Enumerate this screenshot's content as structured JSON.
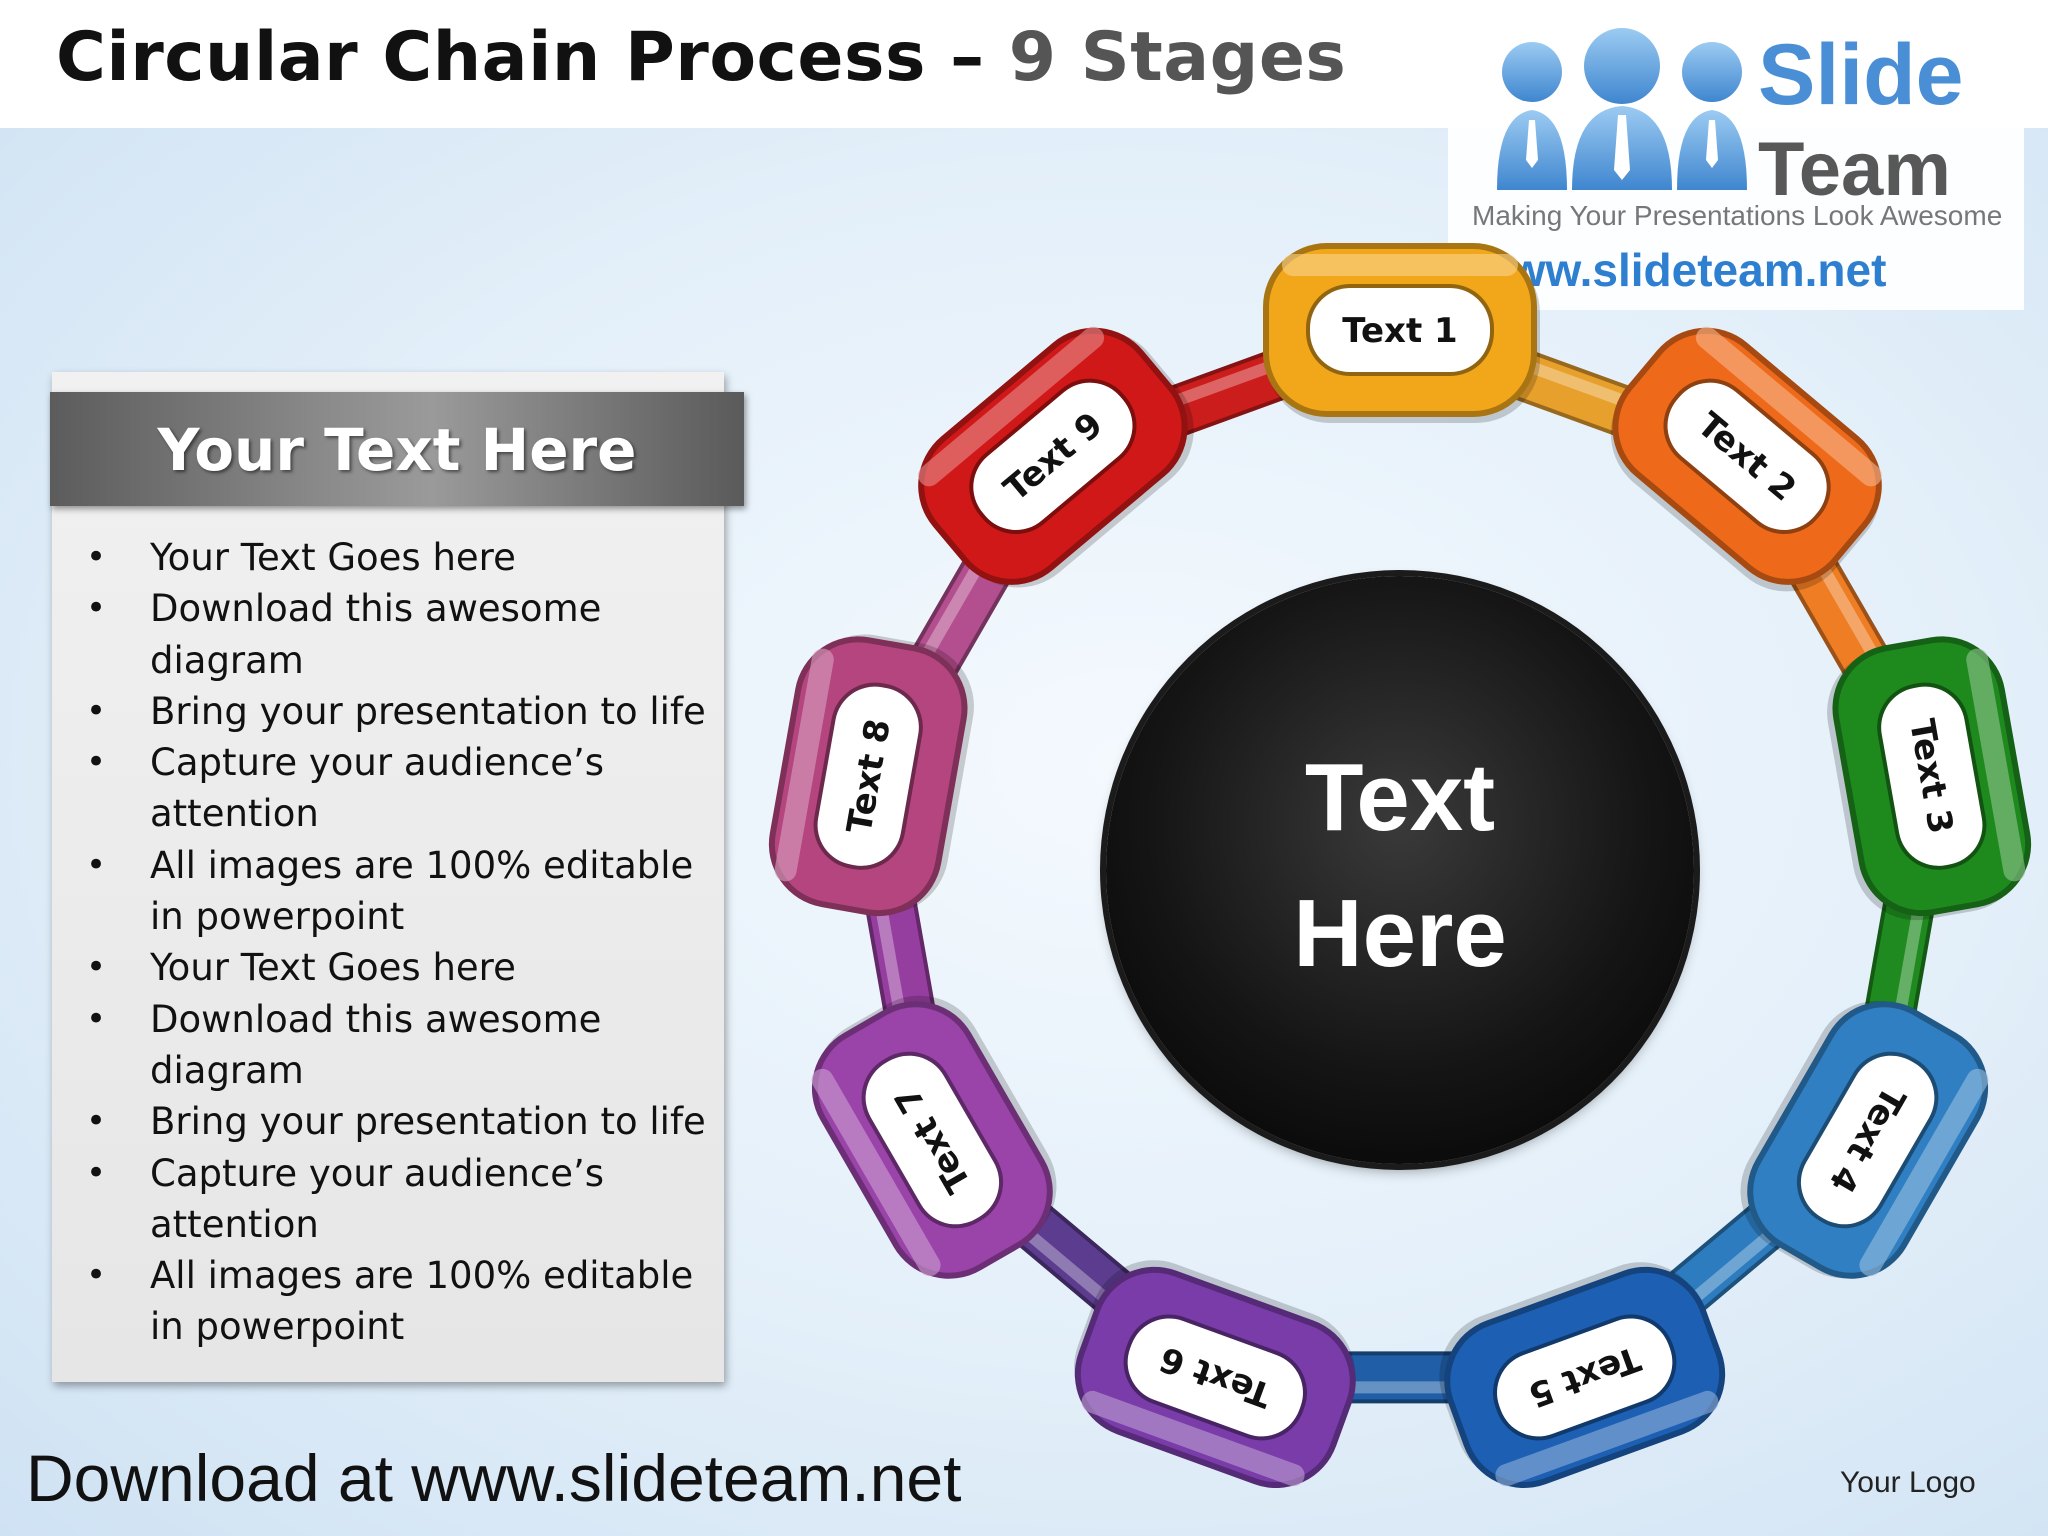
{
  "title": {
    "main": "Circular Chain Process – ",
    "sub": "9 Stages"
  },
  "logo": {
    "slide": "Slide",
    "team": "Team",
    "tagline": "Making Your Presentations Look Awesome",
    "url": "www.slideteam.net"
  },
  "panel": {
    "header": "Your Text Here",
    "bullets": [
      "Your Text Goes here",
      "Download this awesome diagram",
      "Bring your presentation to life",
      "Capture your audience’s attention",
      "All images are 100% editable in powerpoint",
      "Your Text Goes here",
      "Download this awesome diagram",
      "Bring your presentation to life",
      "Capture your audience’s attention",
      "All images are 100% editable in powerpoint"
    ]
  },
  "center": {
    "line1": "Text",
    "line2": "Here"
  },
  "chain": {
    "links": [
      {
        "label": "Text 1",
        "color": "#f2a71b"
      },
      {
        "label": "Text 2",
        "color": "#ee6a1a"
      },
      {
        "label": "Text 3",
        "color": "#1e8a1e"
      },
      {
        "label": "Text 4",
        "color": "#2f7fc2"
      },
      {
        "label": "Text 5",
        "color": "#1d5fb3"
      },
      {
        "label": "Text 6",
        "color": "#7a3ca8"
      },
      {
        "label": "Text 7",
        "color": "#9a43a8"
      },
      {
        "label": "Text 8",
        "color": "#b5457f"
      },
      {
        "label": "Text 9",
        "color": "#d01818"
      }
    ],
    "connector_colors": [
      "#e8a02c",
      "#ee7d24",
      "#1f8a1f",
      "#2d7cbf",
      "#205fa8",
      "#5c3c8f",
      "#963ea0",
      "#b34f8e",
      "#cc1d1d"
    ]
  },
  "footer": {
    "download": "Download at www.slideteam.net",
    "your_logo": "Your Logo"
  }
}
